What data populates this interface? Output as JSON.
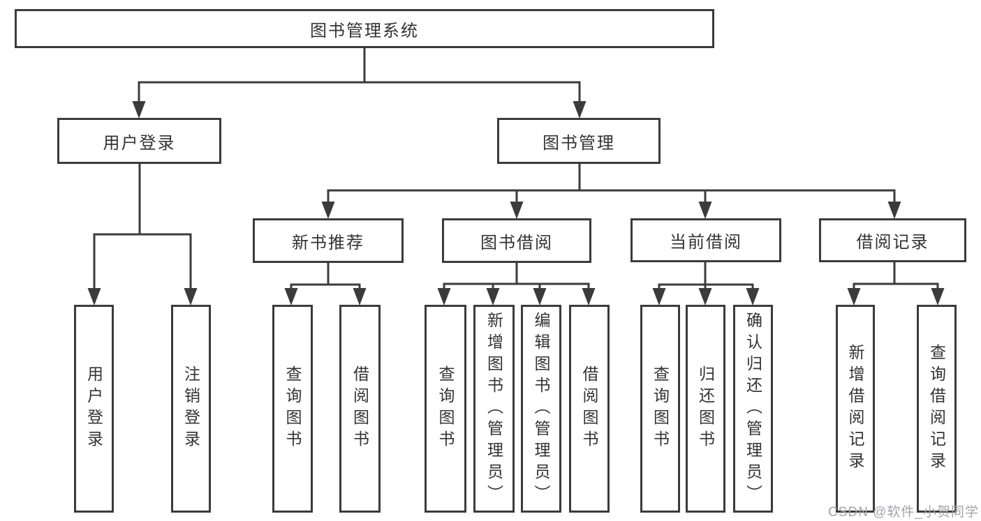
{
  "diagram": {
    "root": {
      "label": "图书管理系统",
      "children": [
        {
          "label": "用户登录",
          "children": [
            {
              "label": "用户登录"
            },
            {
              "label": "注销登录"
            }
          ]
        },
        {
          "label": "图书管理",
          "children": [
            {
              "label": "新书推荐",
              "children": [
                {
                  "label": "查询图书"
                },
                {
                  "label": "借阅图书"
                }
              ]
            },
            {
              "label": "图书借阅",
              "children": [
                {
                  "label": "查询图书"
                },
                {
                  "label": "新增图书（管理员）"
                },
                {
                  "label": "编辑图书（管理员）"
                },
                {
                  "label": "借阅图书"
                }
              ]
            },
            {
              "label": "当前借阅",
              "children": [
                {
                  "label": "查询图书"
                },
                {
                  "label": "归还图书"
                },
                {
                  "label": "确认归还（管理员）"
                }
              ]
            },
            {
              "label": "借阅记录",
              "children": [
                {
                  "label": "新增借阅记录"
                },
                {
                  "label": "查询借阅记录"
                }
              ]
            }
          ]
        }
      ]
    }
  },
  "watermark": {
    "text": "CSDN @软件_小贺同学"
  },
  "colors": {
    "line": "#3b3b3b",
    "text": "#333333",
    "background": "#ffffff",
    "watermark": "#a2a4a8"
  }
}
